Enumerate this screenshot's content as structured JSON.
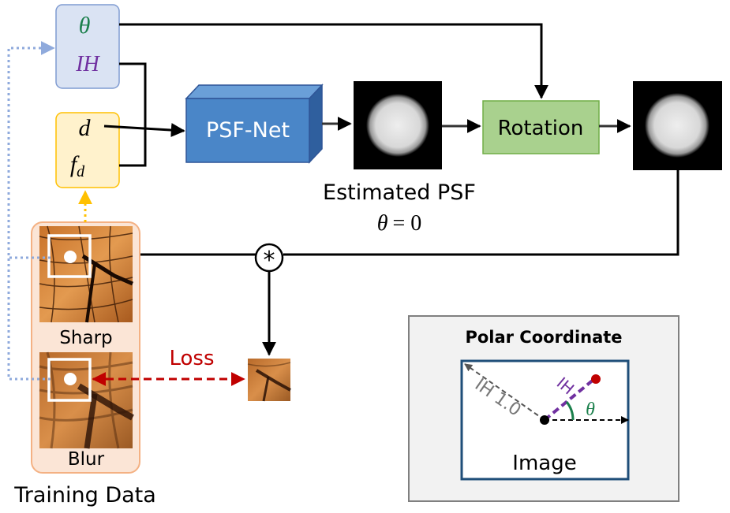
{
  "params_box": {
    "theta": "θ",
    "ih": "IH"
  },
  "input_box": {
    "d": "d",
    "fd_base": "f",
    "fd_sub": "d"
  },
  "network": {
    "label": "PSF-Net"
  },
  "rotation": {
    "label": "Rotation"
  },
  "estimated": {
    "label": "Estimated PSF",
    "theta_symbol": "θ",
    "theta_value": "= 0"
  },
  "operator": {
    "conv": "*"
  },
  "training": {
    "sharp_label": "Sharp",
    "blur_label": "Blur",
    "caption": "Training Data"
  },
  "loss": {
    "label": "Loss"
  },
  "polar": {
    "title": "Polar Coordinate",
    "image_label": "Image",
    "ih_label": "IH",
    "ih_full_label": "IH 1.0",
    "theta_label": "θ"
  },
  "colors": {
    "params_fill": "#dae3f3",
    "params_stroke": "#7f9bd1",
    "input_fill": "#fff2cc",
    "input_stroke": "#ffc000",
    "psfnet_fill": "#4a86c8",
    "rotation_fill": "#a9d18e",
    "training_fill": "#fbe5d6",
    "training_stroke": "#f4b183",
    "loss_color": "#c00000",
    "theta_color": "#1a7f4b",
    "ih_color": "#7030a0",
    "dotted_blue": "#8faadc",
    "dotted_orange": "#ffc000",
    "polar_frame": "#1f4e79"
  }
}
